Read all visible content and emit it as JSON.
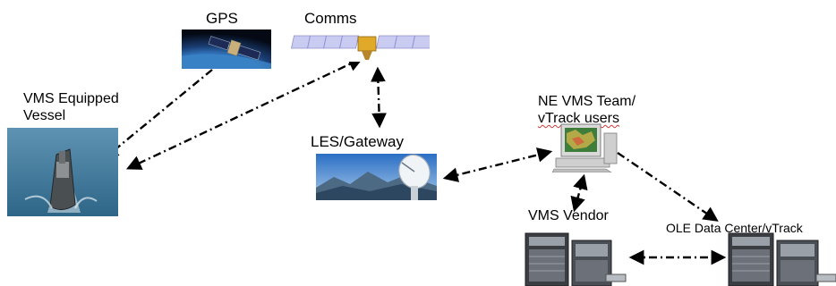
{
  "nodes": {
    "gps": {
      "label": "GPS"
    },
    "comms": {
      "label": "Comms"
    },
    "vessel": {
      "label_line1": "VMS Equipped",
      "label_line2": "Vessel"
    },
    "les": {
      "label": "LES/Gateway"
    },
    "team": {
      "label_line1": "NE VMS Team/",
      "label_line2": "vTrack users"
    },
    "vendor": {
      "label": "VMS Vendor"
    },
    "datacenter": {
      "label": "OLE Data Center/vTrack"
    }
  },
  "connectors": {
    "style": "dash-dot with arrowheads",
    "color": "#000000",
    "links": [
      {
        "from": "gps",
        "to": "vessel",
        "arrows": "to"
      },
      {
        "from": "comms",
        "to": "vessel",
        "arrows": "both"
      },
      {
        "from": "comms",
        "to": "les",
        "arrows": "both"
      },
      {
        "from": "les",
        "to": "team",
        "arrows": "both"
      },
      {
        "from": "team",
        "to": "vendor",
        "arrows": "both"
      },
      {
        "from": "team",
        "to": "datacenter",
        "arrows": "to"
      },
      {
        "from": "vendor",
        "to": "datacenter",
        "arrows": "both"
      }
    ]
  },
  "colors": {
    "background": "#ffffff",
    "text": "#000000",
    "spellcheck_underline": "#d23a3a"
  }
}
